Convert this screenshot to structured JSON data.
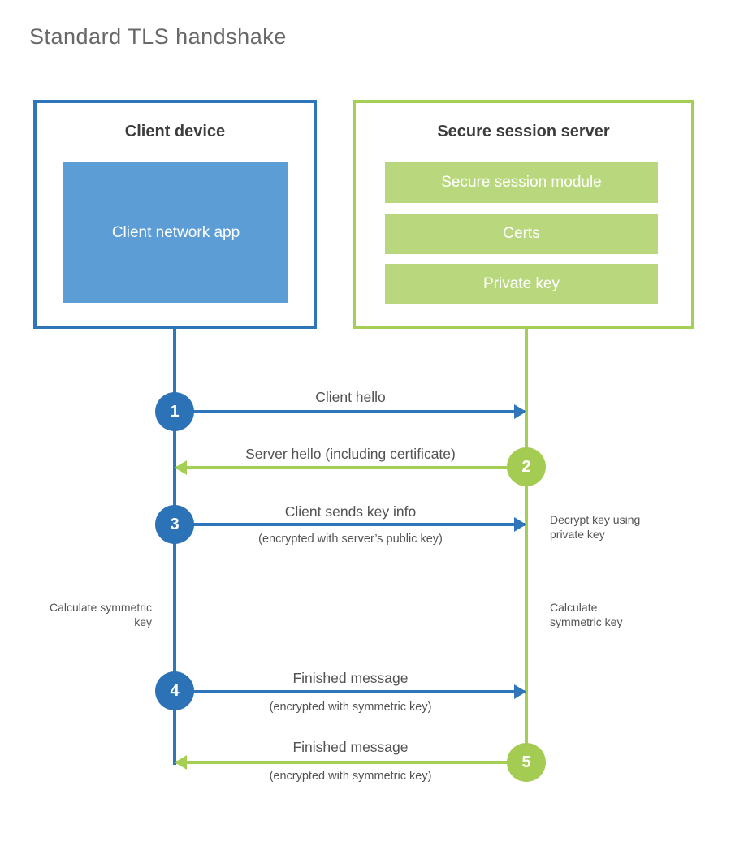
{
  "title": "Standard TLS handshake",
  "colors": {
    "blue_line": "#2e75ba",
    "blue_fill": "#5d9dd5",
    "blue_circle": "#2c72b6",
    "green_line": "#a5ce55",
    "green_fill": "#b9d87d",
    "green_circle": "#a4cc52",
    "text_dark": "#3d3d3d",
    "text_gray": "#545454"
  },
  "client": {
    "title": "Client device",
    "module": "Client network app"
  },
  "server": {
    "title": "Secure session server",
    "modules": [
      "Secure session module",
      "Certs",
      "Private key"
    ]
  },
  "messages": [
    {
      "step": "1",
      "label": "Client hello",
      "sub": "",
      "direction": "right",
      "color": "blue"
    },
    {
      "step": "2",
      "label": "Server hello (including certificate)",
      "sub": "",
      "direction": "left",
      "color": "green"
    },
    {
      "step": "3",
      "label": "Client sends key info",
      "sub": "(encrypted with server’s public key)",
      "direction": "right",
      "color": "blue"
    },
    {
      "step": "4",
      "label": "Finished message",
      "sub": "(encrypted with symmetric key)",
      "direction": "right",
      "color": "blue"
    },
    {
      "step": "5",
      "label": "Finished message",
      "sub": "(encrypted with symmetric key)",
      "direction": "left",
      "color": "green"
    }
  ],
  "side_notes": {
    "decrypt": "Decrypt key using private key",
    "calc_left": "Calculate symmetric key",
    "calc_right": "Calculate symmetric key"
  }
}
